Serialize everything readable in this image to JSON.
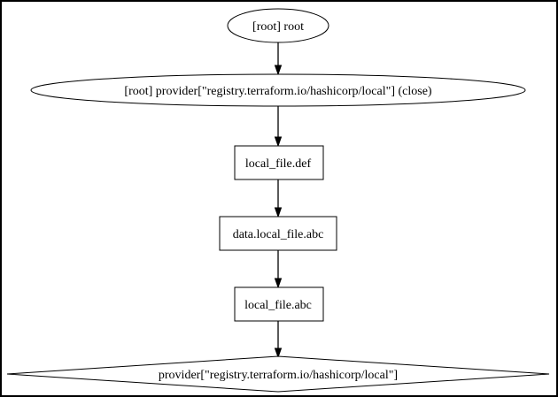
{
  "diagram": {
    "type": "graphviz-digraph",
    "description": "Terraform dependency graph, vertical top-down chain",
    "colors": {
      "background": "#ffffff",
      "node_fill": "#ffffff",
      "node_stroke": "#000000",
      "edge": "#000000",
      "text": "#000000",
      "frame": "#000000"
    },
    "nodes": [
      {
        "id": "root",
        "shape": "ellipse",
        "label": "[root] root"
      },
      {
        "id": "provider-close",
        "shape": "ellipse",
        "label": "[root] provider[\"registry.terraform.io/hashicorp/local\"] (close)"
      },
      {
        "id": "local-file-def",
        "shape": "box",
        "label": "local_file.def"
      },
      {
        "id": "data-local-file-abc",
        "shape": "box",
        "label": "data.local_file.abc"
      },
      {
        "id": "local-file-abc",
        "shape": "box",
        "label": "local_file.abc"
      },
      {
        "id": "provider",
        "shape": "diamond",
        "label": "provider[\"registry.terraform.io/hashicorp/local\"]"
      }
    ],
    "edges": [
      {
        "from": "root",
        "to": "provider-close"
      },
      {
        "from": "provider-close",
        "to": "local-file-def"
      },
      {
        "from": "local-file-def",
        "to": "data-local-file-abc"
      },
      {
        "from": "data-local-file-abc",
        "to": "local-file-abc"
      },
      {
        "from": "local-file-abc",
        "to": "provider"
      }
    ]
  }
}
